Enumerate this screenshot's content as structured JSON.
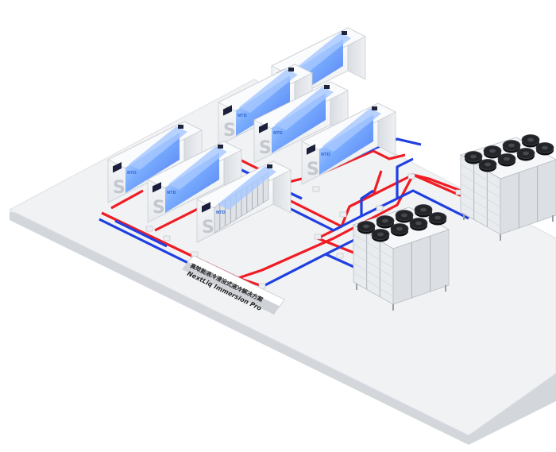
{
  "sign": {
    "line1": "高效能液冷浸没式液冷解决方案",
    "line2": "NextLiq Immersion Pro"
  },
  "tank_logo": "S",
  "tank_brand": "NTD",
  "colors": {
    "background": "#ffffff",
    "platform": "#f1f2f4",
    "hot_pipe": "#ef1c24",
    "cold_pipe": "#1f3fe0",
    "tank_glass": "#7fb2ff",
    "fan_black": "#222428"
  },
  "components": {
    "immersion_tanks": 7,
    "dry_coolers": 2,
    "fans_per_cooler": 8
  }
}
